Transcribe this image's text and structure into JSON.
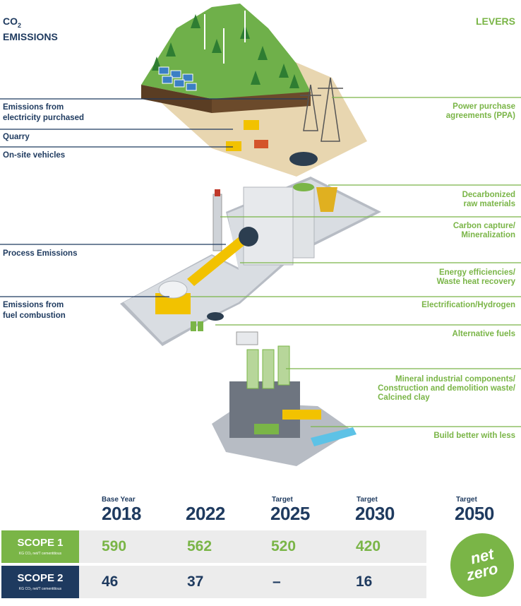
{
  "header": {
    "co2": "CO",
    "co2_sub": "2",
    "emissions": "EMISSIONS",
    "levers": "LEVERS"
  },
  "emission_labels": [
    {
      "line1": "Emissions from",
      "line2": "electricity purchased"
    },
    {
      "line1": "Quarry",
      "line2": ""
    },
    {
      "line1": "On-site vehicles",
      "line2": ""
    },
    {
      "line1": "Process Emissions",
      "line2": ""
    },
    {
      "line1": "Emissions from",
      "line2": "fuel combustion"
    }
  ],
  "lever_labels": [
    {
      "line1": "Power purchase",
      "line2": "agreements (PPA)",
      "line3": ""
    },
    {
      "line1": "Decarbonized",
      "line2": "raw materials",
      "line3": ""
    },
    {
      "line1": "Carbon capture/",
      "line2": "Mineralization",
      "line3": ""
    },
    {
      "line1": "Energy efficiencies/",
      "line2": "Waste heat recovery",
      "line3": ""
    },
    {
      "line1": "Electrification/Hydrogen",
      "line2": "",
      "line3": ""
    },
    {
      "line1": "Alternative fuels",
      "line2": "",
      "line3": ""
    },
    {
      "line1": "Mineral industrial components/",
      "line2": "Construction and demolition waste/",
      "line3": "Calcined clay"
    },
    {
      "line1": "Build better with less",
      "line2": "",
      "line3": ""
    }
  ],
  "table": {
    "years": [
      {
        "head": "Base Year",
        "year": "2018"
      },
      {
        "head": "",
        "year": "2022"
      },
      {
        "head": "Target",
        "year": "2025"
      },
      {
        "head": "Target",
        "year": "2030"
      },
      {
        "head": "Target",
        "year": "2050"
      }
    ],
    "scope1": {
      "title": "SCOPE 1",
      "sub": "KG CO₂ net/T cementitious",
      "values": [
        "590",
        "562",
        "520",
        "420"
      ]
    },
    "scope2": {
      "title": "SCOPE 2",
      "sub": "KG CO₂ net/T cementitious",
      "values": [
        "46",
        "37",
        "–",
        "16"
      ]
    },
    "net_zero": {
      "line1": "net",
      "line2": "zero"
    }
  },
  "colors": {
    "navy": "#1e3a5f",
    "green": "#7ab547",
    "scope1_bg": "#7ab547",
    "scope2_bg": "#1e3a5f"
  }
}
